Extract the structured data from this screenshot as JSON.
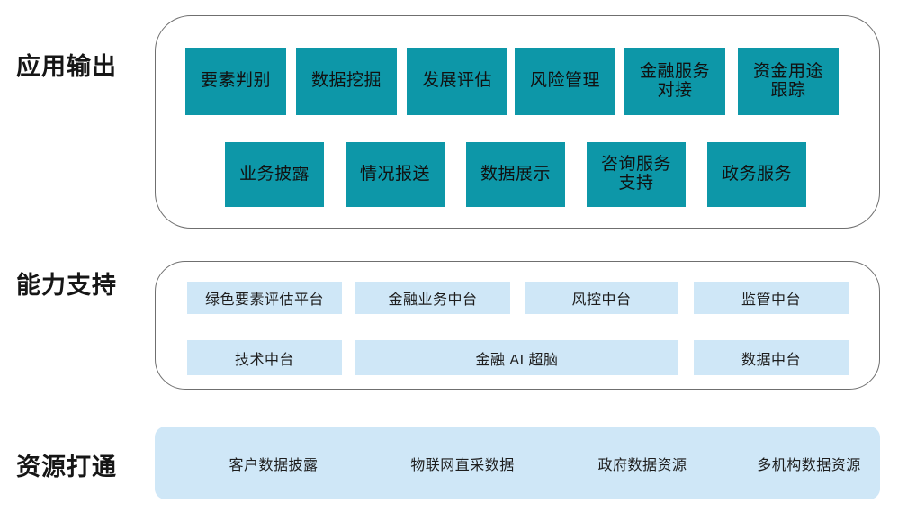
{
  "colors": {
    "teal": "#0d97a8",
    "light_blue": "#cfe7f7",
    "outline": "#6f6f6f",
    "text_dark": "#161616",
    "background": "#ffffff"
  },
  "sections": {
    "application_output": {
      "label": "应用输出",
      "row1": [
        {
          "text": "要素判别",
          "lines": [
            "要素判别"
          ]
        },
        {
          "text": "数据挖掘",
          "lines": [
            "数据挖掘"
          ]
        },
        {
          "text": "发展评估",
          "lines": [
            "发展评估"
          ]
        },
        {
          "text": "风险管理",
          "lines": [
            "风险管理"
          ]
        },
        {
          "text": "金融服务对接",
          "lines": [
            "金融服务",
            "对接"
          ]
        },
        {
          "text": "资金用途跟踪",
          "lines": [
            "资金用途",
            "跟踪"
          ]
        }
      ],
      "row2": [
        {
          "text": "业务披露",
          "lines": [
            "业务披露"
          ]
        },
        {
          "text": "情况报送",
          "lines": [
            "情况报送"
          ]
        },
        {
          "text": "数据展示",
          "lines": [
            "数据展示"
          ]
        },
        {
          "text": "咨询服务支持",
          "lines": [
            "咨询服务",
            "支持"
          ]
        },
        {
          "text": "政务服务",
          "lines": [
            "政务服务"
          ]
        }
      ]
    },
    "capability_support": {
      "label": "能力支持",
      "row1": [
        {
          "text": "绿色要素评估平台"
        },
        {
          "text": "金融业务中台"
        },
        {
          "text": "风控中台"
        },
        {
          "text": "监管中台"
        }
      ],
      "row2": [
        {
          "text": "技术中台"
        },
        {
          "text": "金融 AI 超脑"
        },
        {
          "text": "数据中台"
        }
      ]
    },
    "resource_integration": {
      "label": "资源打通",
      "items": [
        {
          "text": "客户数据披露"
        },
        {
          "text": "物联网直采数据"
        },
        {
          "text": "政府数据资源"
        },
        {
          "text": "多机构数据资源"
        }
      ]
    }
  }
}
